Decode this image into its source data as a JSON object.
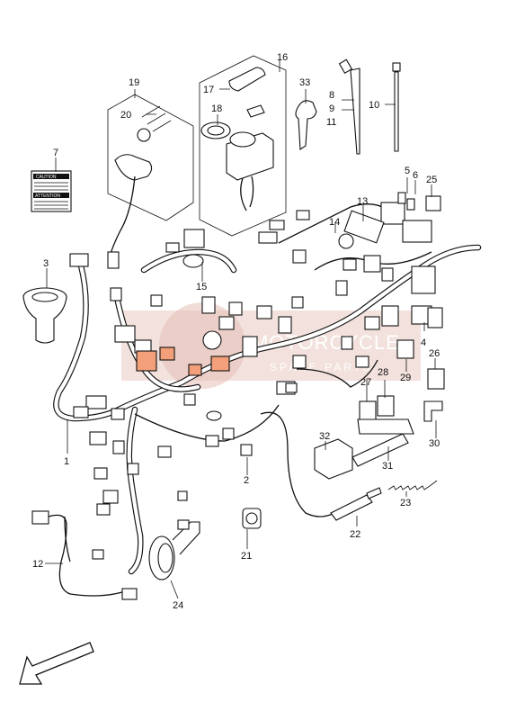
{
  "callouts": [
    {
      "id": "c1",
      "text": "1"
    },
    {
      "id": "c2",
      "text": "2"
    },
    {
      "id": "c3",
      "text": "3"
    },
    {
      "id": "c4",
      "text": "4"
    },
    {
      "id": "c5",
      "text": "5"
    },
    {
      "id": "c6",
      "text": "6"
    },
    {
      "id": "c7",
      "text": "7"
    },
    {
      "id": "c8",
      "text": "8"
    },
    {
      "id": "c9",
      "text": "9"
    },
    {
      "id": "c10",
      "text": "10"
    },
    {
      "id": "c11",
      "text": "11"
    },
    {
      "id": "c12",
      "text": "12"
    },
    {
      "id": "c13",
      "text": "13"
    },
    {
      "id": "c14",
      "text": "14"
    },
    {
      "id": "c15",
      "text": "15"
    },
    {
      "id": "c16",
      "text": "16"
    },
    {
      "id": "c17",
      "text": "17"
    },
    {
      "id": "c18",
      "text": "18"
    },
    {
      "id": "c19",
      "text": "19"
    },
    {
      "id": "c20",
      "text": "20"
    },
    {
      "id": "c21",
      "text": "21"
    },
    {
      "id": "c22",
      "text": "22"
    },
    {
      "id": "c23",
      "text": "23"
    },
    {
      "id": "c24",
      "text": "24"
    },
    {
      "id": "c25",
      "text": "25"
    },
    {
      "id": "c26",
      "text": "26"
    },
    {
      "id": "c27",
      "text": "27"
    },
    {
      "id": "c28",
      "text": "28"
    },
    {
      "id": "c29",
      "text": "29"
    },
    {
      "id": "c30",
      "text": "30"
    },
    {
      "id": "c31",
      "text": "31"
    },
    {
      "id": "c32",
      "text": "32"
    },
    {
      "id": "c33",
      "text": "33"
    }
  ],
  "label_card": {
    "caution": "CAUTION",
    "attention": "ATTENTION"
  },
  "watermark": {
    "title": "MOTORCYCLE",
    "subtitle": "SPARE PARTS"
  },
  "colors": {
    "line": "#111111",
    "watermark": "#e8c8c0",
    "highlight": "#f3a07a"
  }
}
